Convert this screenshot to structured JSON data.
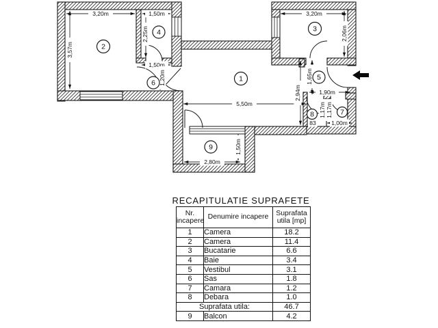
{
  "plan": {
    "rooms": [
      {
        "n": "1"
      },
      {
        "n": "2"
      },
      {
        "n": "3"
      },
      {
        "n": "4"
      },
      {
        "n": "5"
      },
      {
        "n": "6"
      },
      {
        "n": "7"
      },
      {
        "n": "8"
      },
      {
        "n": "9"
      }
    ],
    "dims": {
      "room2_w": "3,20m",
      "room2_h": "3,57m",
      "room4_w": "1,50m",
      "room4_h": "2,25m",
      "room4_door": "1,50m",
      "room6_w": "1,20m",
      "room3_w": "3,20m",
      "room3_h": "2,06m",
      "room1_w": "5,50m",
      "room1_h": "2,94m",
      "room5_h": "1,65m",
      "room5_w": "1,90m",
      "room8_w": "83",
      "room8_h": "1,17m",
      "room7_h": "1,17m",
      "room7_w": "1,00m",
      "room9_w": "2,80m",
      "room9_h": "1,50m"
    }
  },
  "table": {
    "title": "RECAPITULATIE SUPRAFETE",
    "headers": {
      "nr_1": "Nr.",
      "nr_2": "incapere",
      "den": "Denumire incapere",
      "sup_1": "Suprafata",
      "sup_2": "utila [mp]"
    },
    "rows": [
      {
        "nr": "1",
        "name": "Camera",
        "area": "18.2"
      },
      {
        "nr": "2",
        "name": "Camera",
        "area": "11.4"
      },
      {
        "nr": "3",
        "name": "Bucatarie",
        "area": "6.6"
      },
      {
        "nr": "4",
        "name": "Baie",
        "area": "3.4"
      },
      {
        "nr": "5",
        "name": "Vestibul",
        "area": "3.1"
      },
      {
        "nr": "6",
        "name": "Sas",
        "area": "1.8"
      },
      {
        "nr": "7",
        "name": "Camara",
        "area": "1.2"
      },
      {
        "nr": "8",
        "name": "Debara",
        "area": "1.0"
      }
    ],
    "total_label": "Suprafata utila:",
    "total_value": "46.7",
    "balcony": {
      "nr": "9",
      "name": "Balcon",
      "area": "4.2"
    }
  }
}
